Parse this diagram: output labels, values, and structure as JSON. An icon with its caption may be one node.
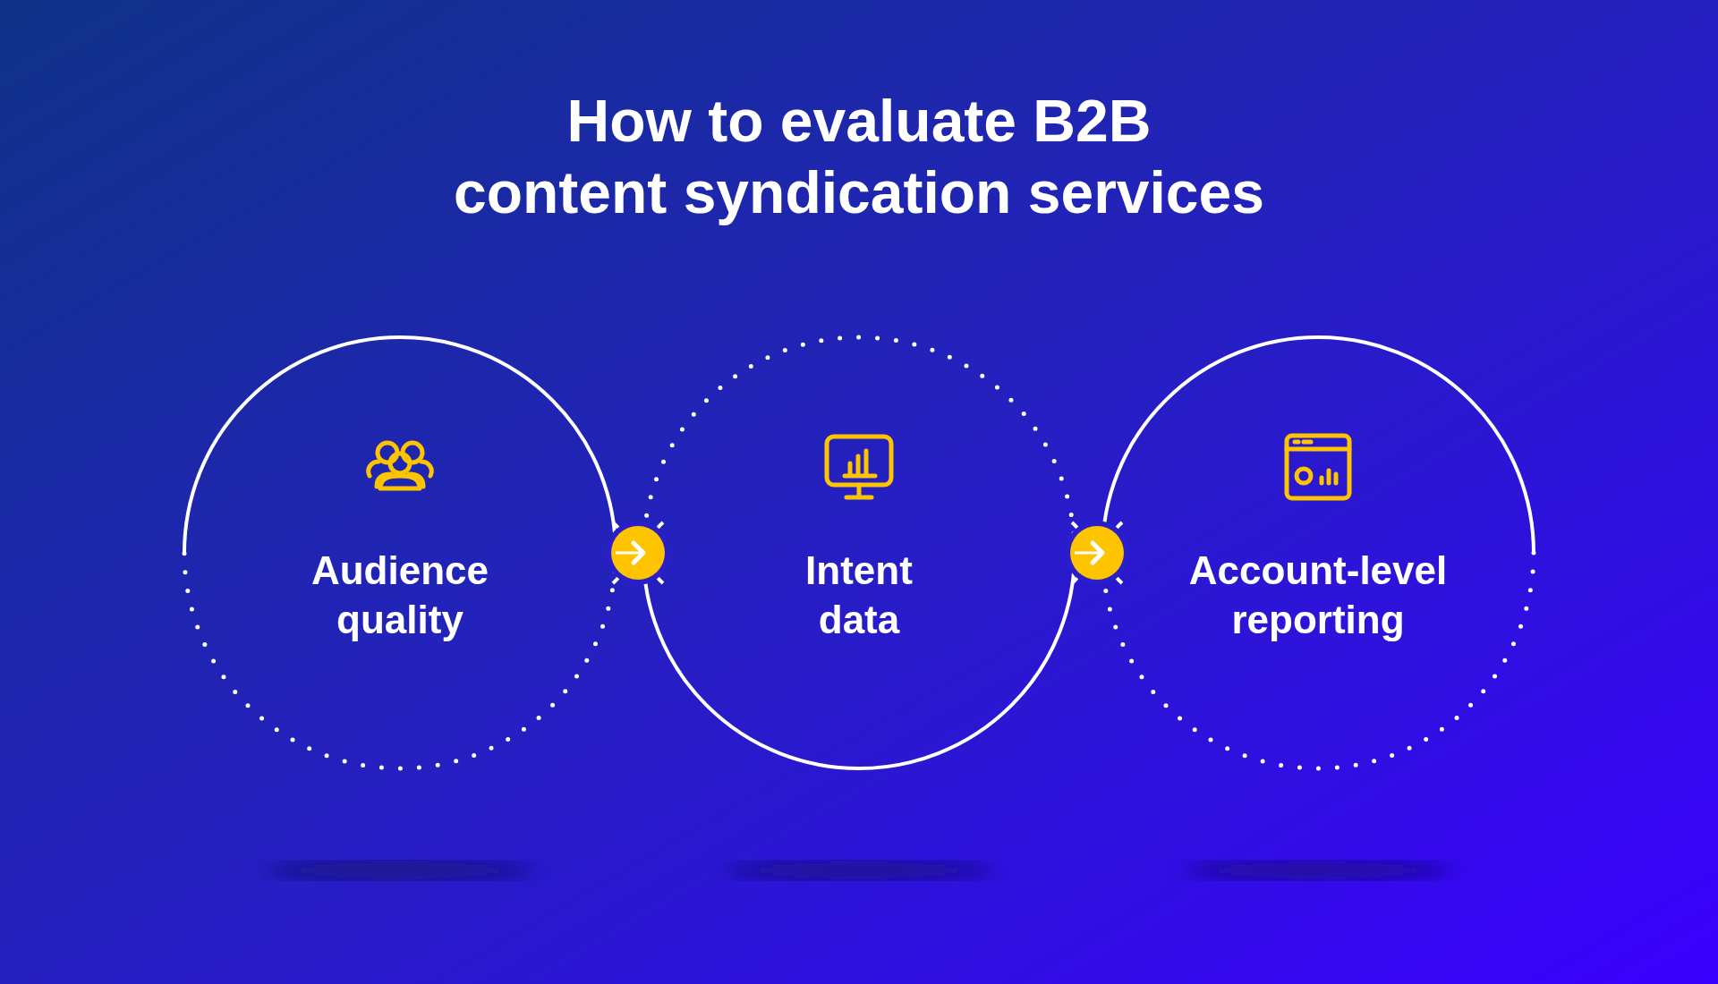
{
  "diagram": {
    "title": "How to evaluate B2B content syndication services",
    "nodes": [
      {
        "text": [
          "Audience quality"
        ]
      },
      {
        "text": [
          "Intent data"
        ]
      },
      {
        "text": [
          "Account-level reporting"
        ]
      }
    ],
    "edges": [
      {
        "from": 0,
        "to": 1,
        "arrow": "to"
      },
      {
        "from": 1,
        "to": 2,
        "arrow": "to"
      }
    ]
  }
}
